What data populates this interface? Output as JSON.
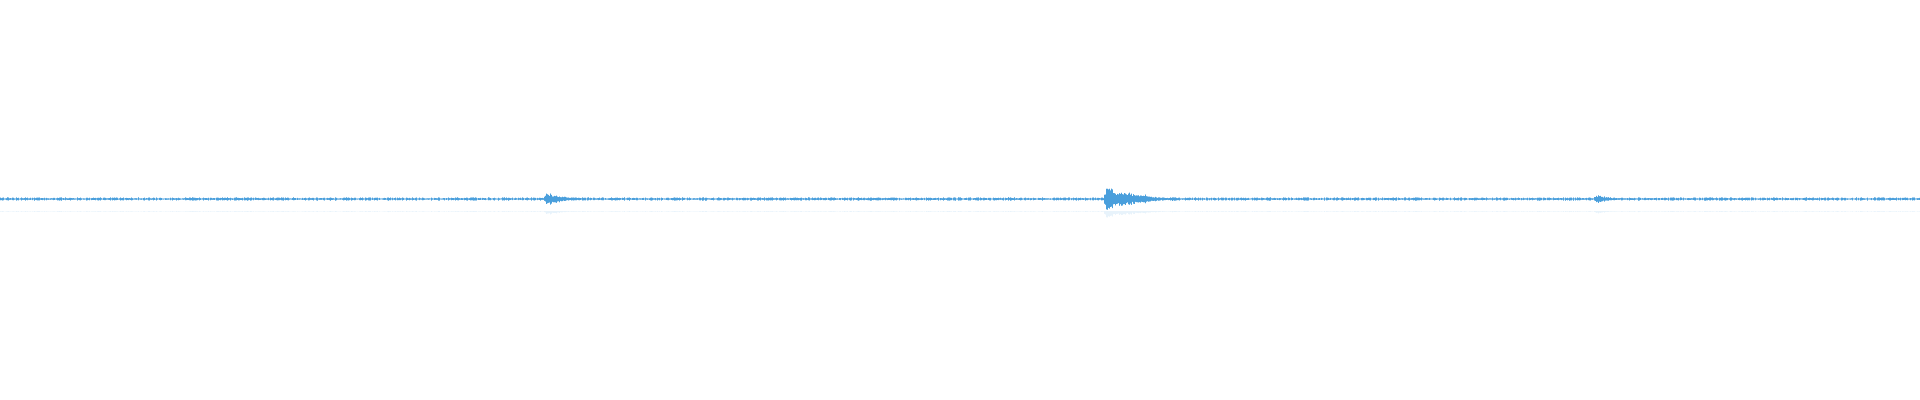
{
  "waveform": {
    "wave_color": "#4a9fdc",
    "reflection_color": "#d9ebf8",
    "background_color": "#ffffff",
    "bursts": [
      {
        "position": 0.012,
        "amplitude": 0.12
      },
      {
        "position": 0.045,
        "amplitude": 0.06
      },
      {
        "position": 0.15,
        "amplitude": 0.07
      },
      {
        "position": 0.284,
        "amplitude": 0.55
      },
      {
        "position": 0.412,
        "amplitude": 0.06
      },
      {
        "position": 0.525,
        "amplitude": 0.18
      },
      {
        "position": 0.576,
        "amplitude": 1.0
      },
      {
        "position": 0.583,
        "amplitude": 0.75
      },
      {
        "position": 0.595,
        "amplitude": 0.4
      },
      {
        "position": 0.61,
        "amplitude": 0.18
      },
      {
        "position": 0.722,
        "amplitude": 0.1
      },
      {
        "position": 0.738,
        "amplitude": 0.12
      },
      {
        "position": 0.8,
        "amplitude": 0.08
      },
      {
        "position": 0.831,
        "amplitude": 0.38
      },
      {
        "position": 0.88,
        "amplitude": 0.1
      },
      {
        "position": 0.898,
        "amplitude": 0.12
      }
    ]
  }
}
